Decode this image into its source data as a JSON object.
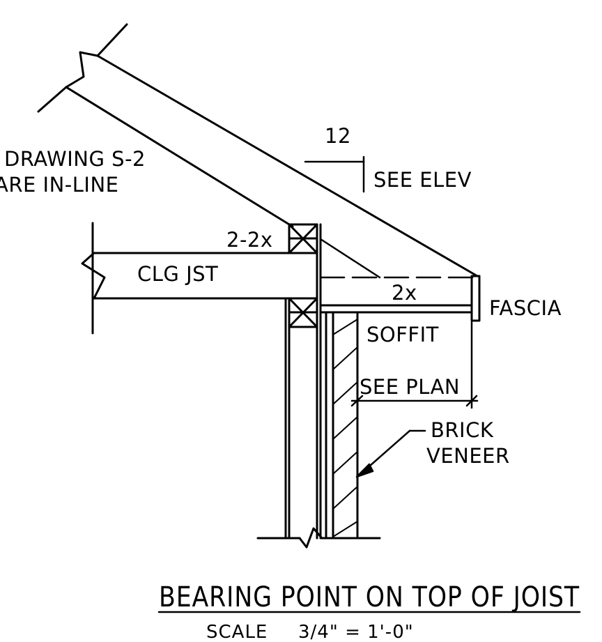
{
  "notes": {
    "line1": "DRAWING S-2",
    "line2": "ARE IN-LINE"
  },
  "pitch": {
    "run": "12",
    "rise": "SEE ELEV"
  },
  "labels": {
    "double_plate": "2-2x",
    "ceiling_joist": "CLG JST",
    "soffit_framing": "2x",
    "fascia": "FASCIA",
    "soffit": "SOFFIT",
    "overhang": "SEE PLAN",
    "brick_line1": "BRICK",
    "brick_line2": "VENEER"
  },
  "title": "BEARING POINT ON TOP OF JOIST",
  "scale": {
    "label": "SCALE",
    "value": "3/4\" = 1'-0\""
  }
}
